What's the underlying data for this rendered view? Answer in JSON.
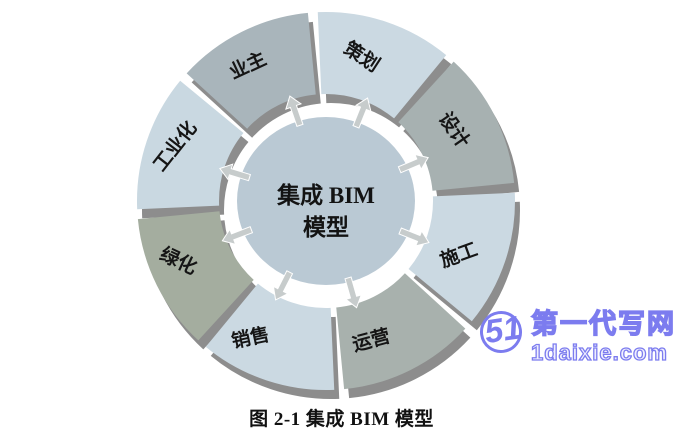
{
  "figure": {
    "caption": "图 2-1 集成 BIM 模型"
  },
  "diagram": {
    "center": {
      "line1": "集成 BIM",
      "line2": "模型"
    },
    "colors": {
      "center_circle": "#bac9d4",
      "light_segment": "#cbd9e2",
      "shadow": "#8d8d8d",
      "arrow": "#c7cccc",
      "label_text": "#151515"
    },
    "segments": [
      {
        "label": "策划",
        "color": "#cbd9e2",
        "start": -4,
        "end": 41,
        "label_angle": 14,
        "label_radius": 149,
        "label_rotation": 33,
        "arrow_angle": 22
      },
      {
        "label": "设计",
        "color": "#a7b1b1",
        "start": 41,
        "end": 86,
        "label_angle": 61,
        "label_radius": 147,
        "label_rotation": 55,
        "arrow_angle": 67
      },
      {
        "label": "施工",
        "color": "#cbd9e2",
        "start": 86,
        "end": 131,
        "label_angle": 112,
        "label_radius": 143,
        "label_rotation": -20,
        "arrow_angle": 112
      },
      {
        "label": "运营",
        "color": "#a8b1ad",
        "start": 131,
        "end": 176,
        "label_angle": 162,
        "label_radius": 146,
        "label_rotation": -15,
        "arrow_angle": 164
      },
      {
        "label": "销售",
        "color": "#cbd9e2",
        "start": 176,
        "end": 221,
        "label_angle": 209,
        "label_radius": 156,
        "label_rotation": -12,
        "arrow_angle": 207
      },
      {
        "label": "绿化",
        "color": "#a4ad9f",
        "start": 221,
        "end": 266,
        "label_angle": 248,
        "label_radius": 159,
        "label_rotation": 25,
        "arrow_angle": 249
      },
      {
        "label": "工业化",
        "color": "#c9d8e1",
        "start": 266,
        "end": 311,
        "label_angle": 290,
        "label_radius": 161,
        "label_rotation": -52,
        "arrow_angle": 287
      },
      {
        "label": "业主",
        "color": "#a9b5bb",
        "start": 311,
        "end": 356,
        "label_angle": 330,
        "label_radius": 157,
        "label_rotation": -25,
        "arrow_angle": 341
      }
    ]
  },
  "watermark": {
    "logo_text": "51",
    "site_name": "第一代写网",
    "site_url": "1daixie.com",
    "color": "#7c7cef"
  }
}
